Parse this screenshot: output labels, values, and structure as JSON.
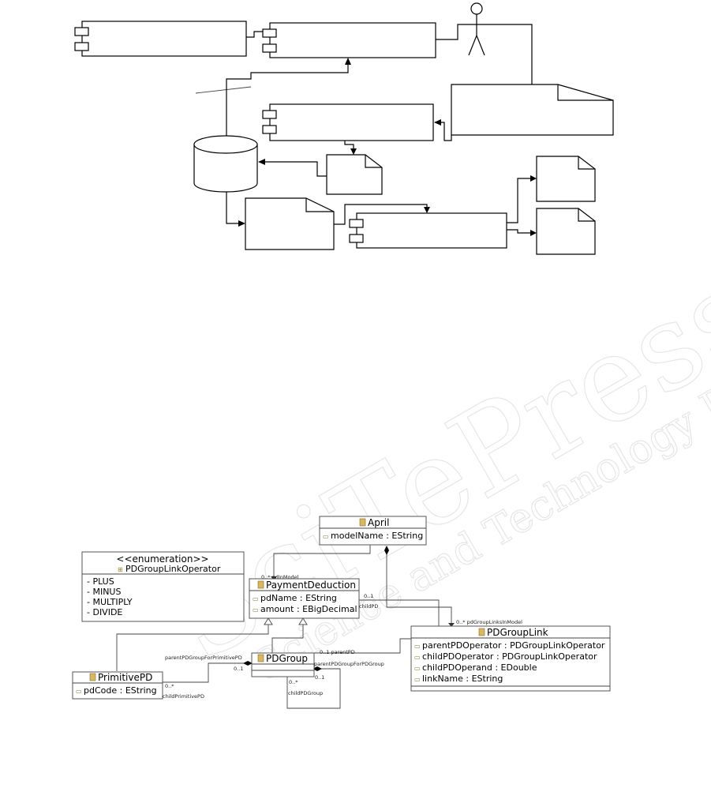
{
  "watermark": {
    "lines": [
      "SciTePress",
      "Science and Technology Publications"
    ]
  },
  "class_diagram": {
    "enumeration": {
      "stereotype": "<<enumeration>>",
      "name": "PDGroupLinkOperator",
      "literals": [
        "PLUS",
        "MINUS",
        "MULTIPLY",
        "DIVIDE"
      ]
    },
    "april": {
      "name": "April",
      "attributes": [
        "modelName : EString"
      ]
    },
    "payment_deduction": {
      "name": "PaymentDeduction",
      "attributes": [
        "pdName : EString",
        "amount : EBigDecimal"
      ]
    },
    "pd_group_link": {
      "name": "PDGroupLink",
      "attributes": [
        "parentPDOperator : PDGroupLinkOperator",
        "childPDOperator : PDGroupLinkOperator",
        "childPDOperand : EDouble",
        "linkName : EString"
      ]
    },
    "pd_group": {
      "name": "PDGroup",
      "attributes": []
    },
    "primitive_pd": {
      "name": "PrimitivePD",
      "attributes": [
        "pdCode : EString"
      ]
    },
    "association_labels": {
      "pd_in_model": "0..*  pdInModel",
      "child_pd_mult": "0..1",
      "child_pd": "childPD",
      "group_links_in_model": "0..*  pdGroupLinksInModel",
      "parent_group_for_primitive": "parentPDGroupForPrimitivePD",
      "primitive_mult_one": "0..1",
      "primitive_mult_many": "0..*",
      "child_primitive_pd": "childPrimitivePD",
      "parent_pd": "0..1  parentPD",
      "parent_group_for_group": "parentPDGroupForPDGroup",
      "group_self_many": "0..*",
      "group_self_one": "0..1",
      "child_pd_group": "childPDGroup"
    }
  }
}
